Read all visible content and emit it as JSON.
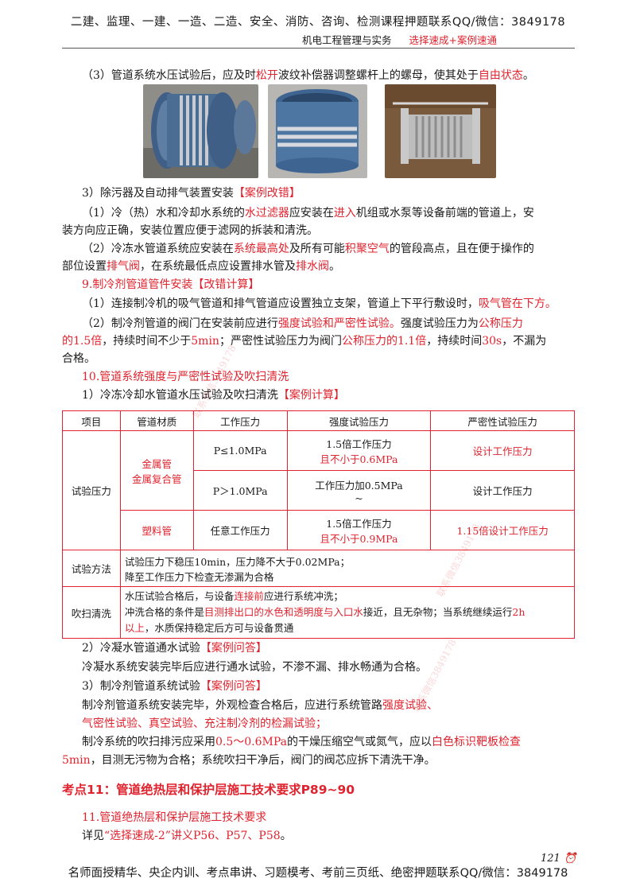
{
  "header": {
    "line1": "二建、监理、一建、一造、二造、安全、消防、咨询、检测课程押题联系QQ/微信：3849178",
    "course": "机电工程管理与实务",
    "course_tag": "选择速成+案例速通"
  },
  "section3": {
    "prefix": "（3）管道系统水压试验后，应及时",
    "hl1": "松开",
    "mid": "波纹补偿器调整螺杆上的螺母，使其处于",
    "hl2": "自由状态",
    "end": "。"
  },
  "photos": [
    {
      "name": "compensator-photo-1"
    },
    {
      "name": "compensator-photo-2"
    },
    {
      "name": "compensator-photo-3"
    }
  ],
  "item3": {
    "title": "3）除污器及自动排气装置安装",
    "tag": "【案例改错】",
    "p1_a": "（1）冷（热）水和冷却水系统的",
    "p1_hl1": "水过滤器",
    "p1_b": "应安装在",
    "p1_hl2": "进入",
    "p1_c": "机组或水泵等设备前端的管道上，安",
    "p1_line2": "装方向应正确，安装位置应便于滤网的拆装和清洗。",
    "p2_a": "（2）冷冻水管道系统应安装在",
    "p2_hl1": "系统最高处",
    "p2_b": "及所有可能",
    "p2_hl2": "积聚空气",
    "p2_c": "的管段高点，且在便于操作的",
    "p2_l2a": "部位设置",
    "p2_hl3": "排气阀",
    "p2_l2b": "，在系统最低点应设置排水管及",
    "p2_hl4": "排水阀",
    "p2_l2c": "。"
  },
  "item9": {
    "title": "9.制冷剂管道管件安装",
    "tag": "【改错计算】",
    "p1_a": "（1）连接制冷机的吸气管道和排气管道应设置独立支架，管道上下平行敷设时，",
    "p1_hl": "吸气管在下方。",
    "p2_a": "（2）制冷剂管道的阀门在安装前应进行",
    "p2_hl1": "强度试验和严密性试验。",
    "p2_b": "强度试验压力为",
    "p2_hl2": "公称压力",
    "p2_l2_hl": "的1.5倍",
    "p2_l2_a": "，持续时间不少于",
    "p2_l2_hl2": "5min",
    "p2_l2_b": "；严密性试验压力为阀门",
    "p2_l2_hl3": "公称压力的1.1倍",
    "p2_l2_c": "，持续时间",
    "p2_l2_hl4": "30s",
    "p2_l2_d": "，不漏为",
    "p2_l3": "合格。"
  },
  "item10": {
    "title": "10.管道系统强度与严密性试验及吹扫清洗",
    "sub1": "1）冷冻冷却水管道水压试验及吹扫清洗",
    "sub1_tag": "【案例计算】"
  },
  "table": {
    "headers": [
      "项目",
      "管道材质",
      "工作压力",
      "强度试验压力",
      "严密性试验压力"
    ],
    "row_label": "试验压力",
    "metal": [
      "金属管",
      "金属复合管"
    ],
    "r1": {
      "work": "P≤1.0MPa",
      "strength_a": "1.5倍工作压力",
      "strength_b": "且不小于0.6MPa",
      "tight": "设计工作压力"
    },
    "r2": {
      "work": "P＞1.0MPa",
      "strength_a": "工作压力加0.5MPa",
      "strength_b": "~",
      "tight": "设计工作压力"
    },
    "plastic": "塑料管",
    "r3": {
      "work": "任意工作压力",
      "strength_a": "1.5倍工作压力",
      "strength_b": "且不小于0.9MPa",
      "tight": "1.15倍设计工作压力"
    },
    "method_label": "试验方法",
    "method_l1": "试验压力下稳压10min，压力降不大于0.02MPa；",
    "method_l2": "降至工作压力下检查无渗漏为合格",
    "flush_label": "吹扫清洗",
    "flush_l1a": "水压试验合格后，与设备",
    "flush_l1hl": "连接前",
    "flush_l1b": "应进行系统冲洗；",
    "flush_l2a": "冲洗合格的条件是",
    "flush_l2hl": "目测排出口的水色和透明度与入口水",
    "flush_l2b": "接近，且无杂物；当系统继续运行",
    "flush_l2hl2": "2h",
    "flush_l3hl": "以上",
    "flush_l3b": "，水质保持稳定后方可与设备贯通"
  },
  "sub2": {
    "title": "2）冷凝水管道通水试验",
    "tag": "【案例问答】",
    "body": "冷凝水系统安装完毕后应进行通水试验，不渗不漏、排水畅通为合格。"
  },
  "sub3": {
    "title": "3）制冷剂管道系统试验",
    "tag": "【案例问答】",
    "l1a": "制冷剂管道系统安装完毕，外观检查合格后，应进行系统管路",
    "l1hl": "强度试验、",
    "l2hl": "气密性试验、真空试验、充注制冷剂的检漏试验；",
    "l3a": "制冷系统的吹扫排污应采用",
    "l3hl1": "0.5～0.6MPa",
    "l3b": "的干燥压缩空气或氮气，应以",
    "l3hl2": "白色标识靶板检查",
    "l4hl": "5min",
    "l4a": "，目测无污物为合格；系统吹扫干净后，阀门的阀芯应拆下清洗干净。"
  },
  "kp11": {
    "heading": "考点11：管道绝热层和保护层施工技术要求P89~90",
    "sub": "11.管道绝热层和保护层施工技术要求",
    "body_a": "详见",
    "body_hl": "“选择速成-2”讲义P56、P57、P58",
    "body_b": "。"
  },
  "footer": {
    "text": "名师面授精华、央企内训、考点串讲、习题模考、考前三页纸、绝密押题联系QQ/微信：3849178",
    "page": "121"
  },
  "watermarks": [
    "联系微信3849178",
    "联系微信3849178",
    "联系微信3849178"
  ]
}
